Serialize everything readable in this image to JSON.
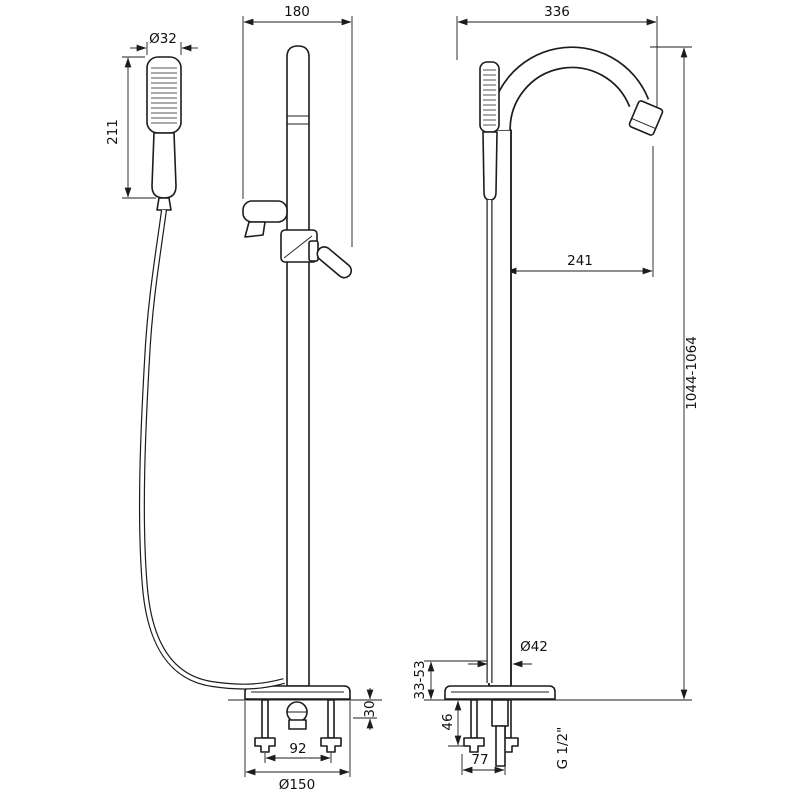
{
  "drawing": {
    "background": "#ffffff",
    "line_color": "#1c1c1c",
    "front_view": {
      "dim_handshower_head_diameter": "Ø32",
      "dim_handshower_length": "211",
      "dim_top_width": "180",
      "dim_base_height": "30",
      "dim_bolt_spacing": "92",
      "dim_base_diameter": "Ø150"
    },
    "side_view": {
      "dim_top_depth": "336",
      "dim_spout_reach": "241",
      "dim_total_height": "1044-1064",
      "dim_column_diameter": "Ø42",
      "dim_floor_adjust": "33-53",
      "dim_under_floor": "46",
      "dim_bottom_spacing": "77",
      "dim_connection_thread": "G 1/2\""
    }
  }
}
